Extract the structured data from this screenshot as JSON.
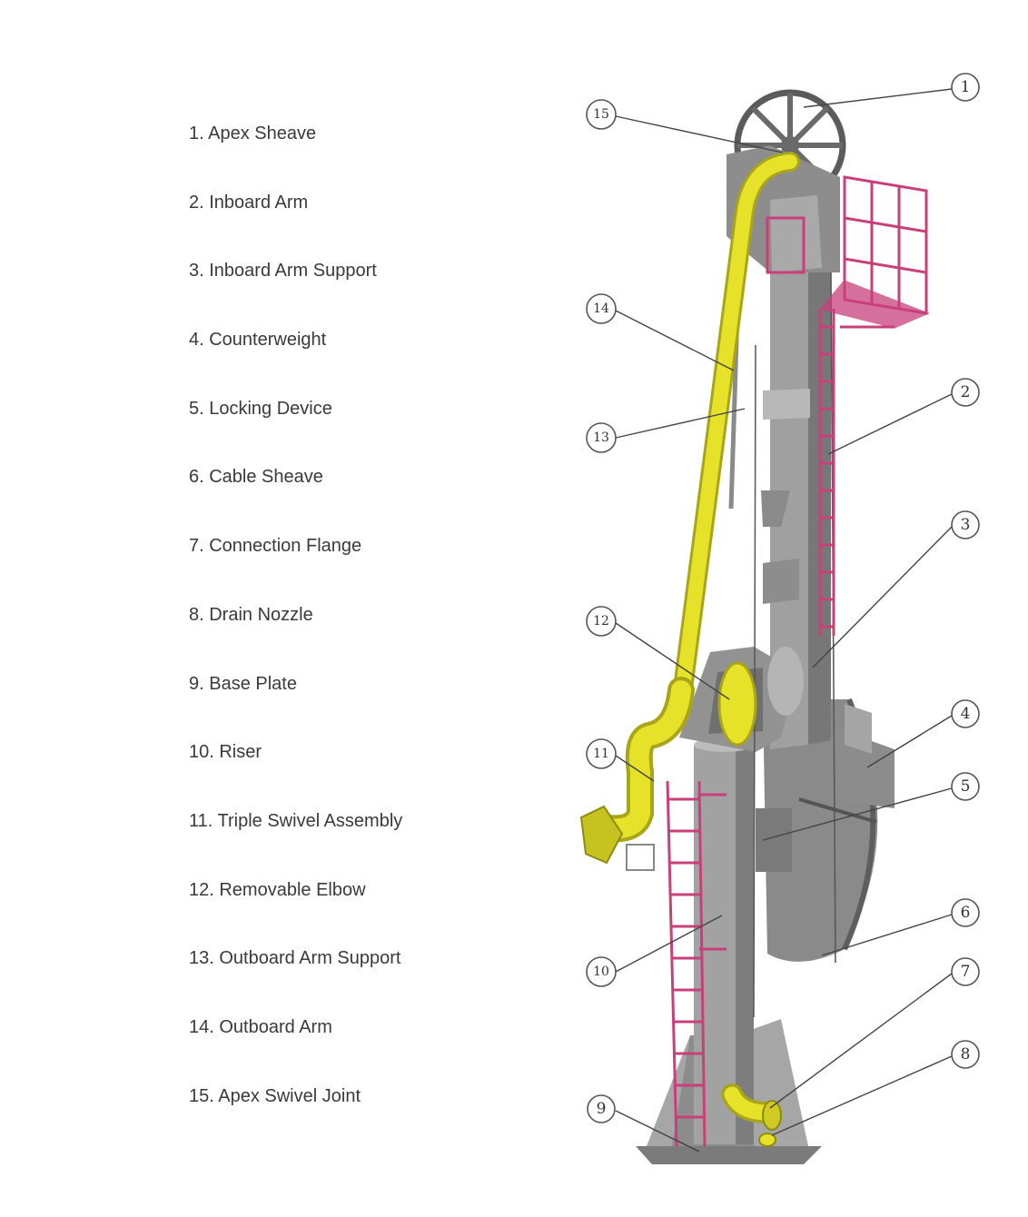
{
  "legend": [
    "1. Apex Sheave",
    "2. Inboard Arm",
    "3. Inboard Arm Support",
    "4. Counterweight",
    "5. Locking Device",
    "6. Cable Sheave",
    "7. Connection Flange",
    "8. Drain Nozzle",
    "9. Base Plate",
    "10. Riser",
    "11. Triple Swivel Assembly",
    "12. Removable Elbow",
    "13. Outboard Arm Support",
    "14. Outboard Arm",
    "15. Apex Swivel Joint"
  ],
  "callouts": [
    "1",
    "2",
    "3",
    "4",
    "5",
    "6",
    "7",
    "8",
    "9",
    "10",
    "11",
    "12",
    "13",
    "14",
    "15"
  ],
  "colors": {
    "steel": "#9a9a9a",
    "steel_dark": "#6f6f6f",
    "steel_light": "#c4c4c4",
    "pipe_yellow": "#e6e22a",
    "pipe_shadow": "#a8a51a",
    "ladder_magenta": "#c8407a",
    "text": "#3a3a3a"
  }
}
